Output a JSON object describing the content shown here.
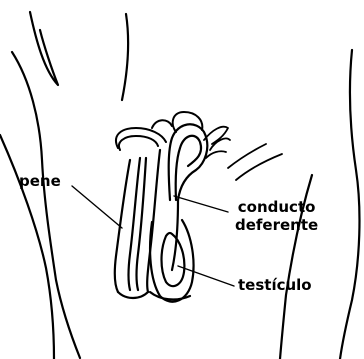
{
  "labels": {
    "penis": "pene",
    "vas_deferens_line1": "conducto",
    "vas_deferens_line2": "deferente",
    "testicle": "testículo"
  },
  "colors": {
    "line": "#000000",
    "background": "#ffffff"
  }
}
